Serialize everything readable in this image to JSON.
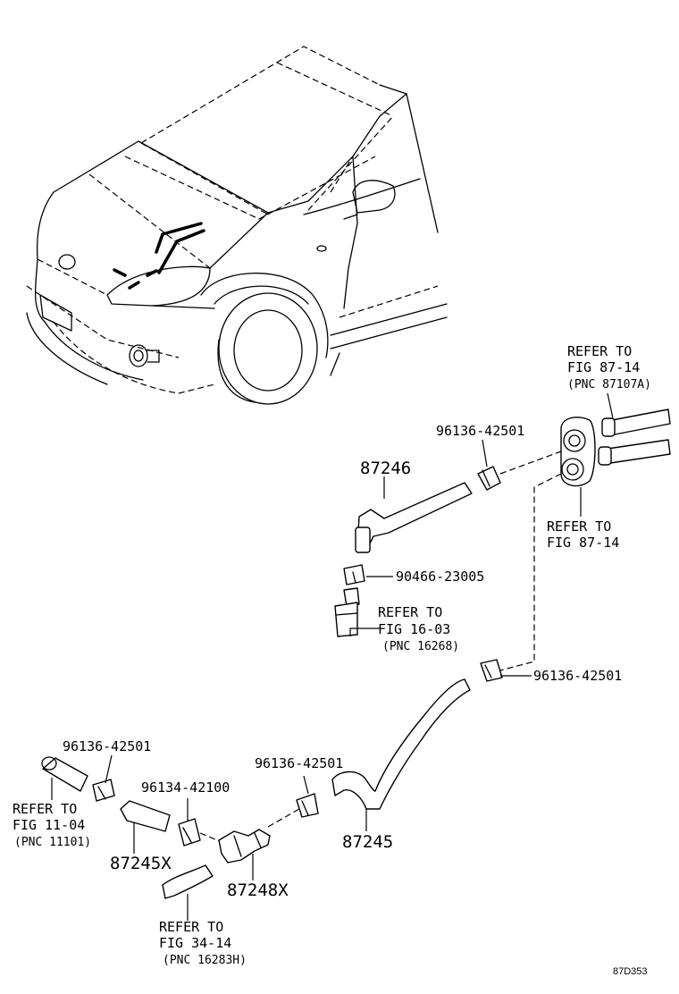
{
  "labels": {
    "refer_87107a": {
      "l1": "REFER TO",
      "l2": "FIG 87-14",
      "l3": "(PNC 87107A)"
    },
    "refer_8714": {
      "l1": "REFER TO",
      "l2": "FIG 87-14"
    },
    "refer_1603": {
      "l1": "REFER TO",
      "l2": "FIG 16-03",
      "l3": "(PNC 16268)"
    },
    "refer_1104": {
      "l1": "REFER TO",
      "l2": "FIG 11-04",
      "l3": "(PNC 11101)"
    },
    "refer_3414": {
      "l1": "REFER TO",
      "l2": "FIG 34-14",
      "l3": "(PNC 16283H)"
    },
    "part_96136_top": "96136-42501",
    "part_87246": "87246",
    "part_90466": "90466-23005",
    "part_96136_mid": "96136-42501",
    "part_96136_left": "96136-42501",
    "part_96134": "96134-42100",
    "part_96136_center": "96136-42501",
    "part_87245x": "87245X",
    "part_87248x": "87248X",
    "part_87245": "87245",
    "diagram_code": "87D353"
  }
}
